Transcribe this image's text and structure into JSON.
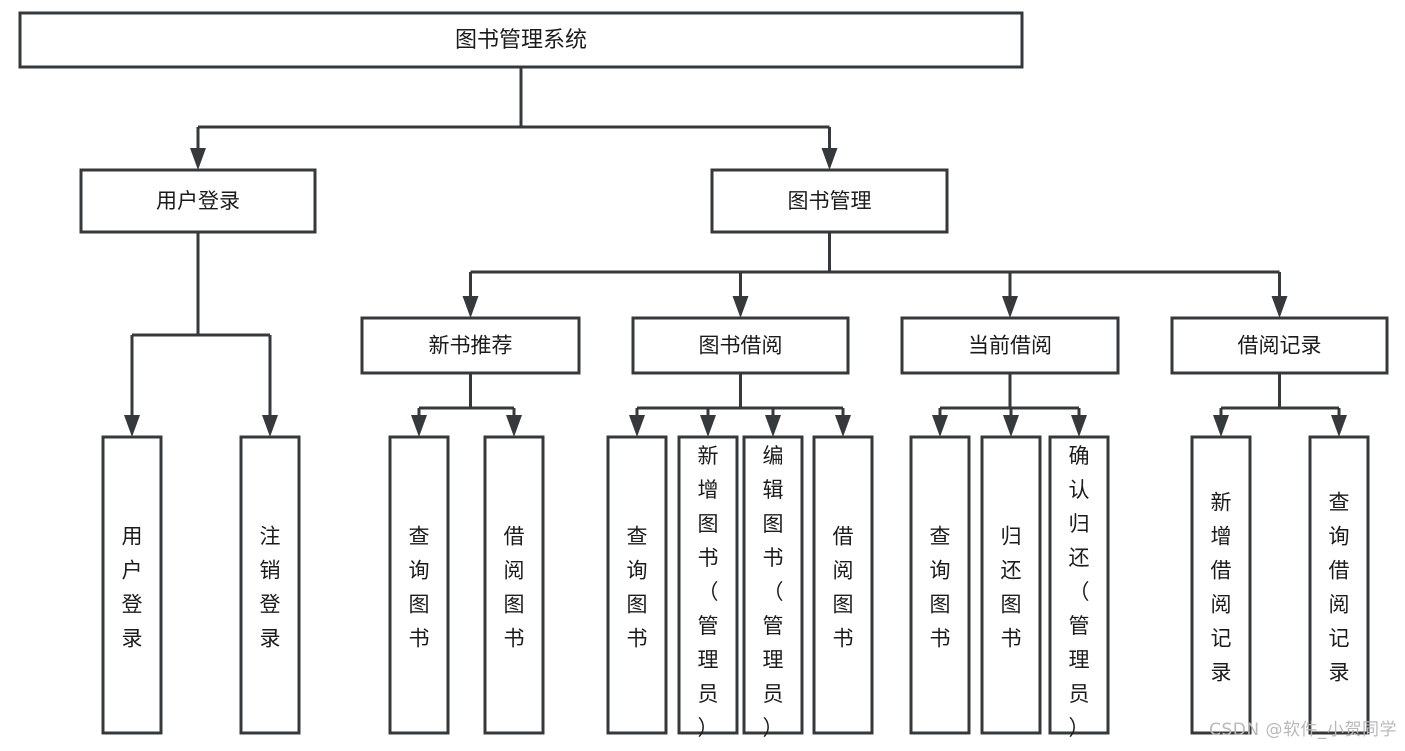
{
  "diagram": {
    "type": "tree",
    "title": "图书管理系统",
    "orientation": "top-down",
    "colors": {
      "background": "#ffffff",
      "box_fill": "#ffffff",
      "stroke": "#36393b",
      "text": "#1b1b1b",
      "watermark": "#b9b9b9"
    },
    "root": {
      "label": "图书管理系统"
    },
    "level1": [
      {
        "label": "用户登录"
      },
      {
        "label": "图书管理"
      }
    ],
    "level2": [
      {
        "label": "新书推荐"
      },
      {
        "label": "图书借阅"
      },
      {
        "label": "当前借阅"
      },
      {
        "label": "借阅记录"
      }
    ],
    "leaves": {
      "user_login": [
        {
          "label": "用户登录"
        },
        {
          "label": "注销登录"
        }
      ],
      "new_book_recommend": [
        {
          "label": "查询图书"
        },
        {
          "label": "借阅图书"
        }
      ],
      "book_borrow": [
        {
          "label": "查询图书"
        },
        {
          "label": "新增图书（管理员）"
        },
        {
          "label": "编辑图书（管理员）"
        },
        {
          "label": "借阅图书"
        }
      ],
      "current_borrow": [
        {
          "label": "查询图书"
        },
        {
          "label": "归还图书"
        },
        {
          "label": "确认归还（管理员）"
        }
      ],
      "borrow_record": [
        {
          "label": "新增借阅记录"
        },
        {
          "label": "查询借阅记录"
        }
      ]
    }
  },
  "watermark": {
    "text": "CSDN @软件_小贺同学"
  }
}
